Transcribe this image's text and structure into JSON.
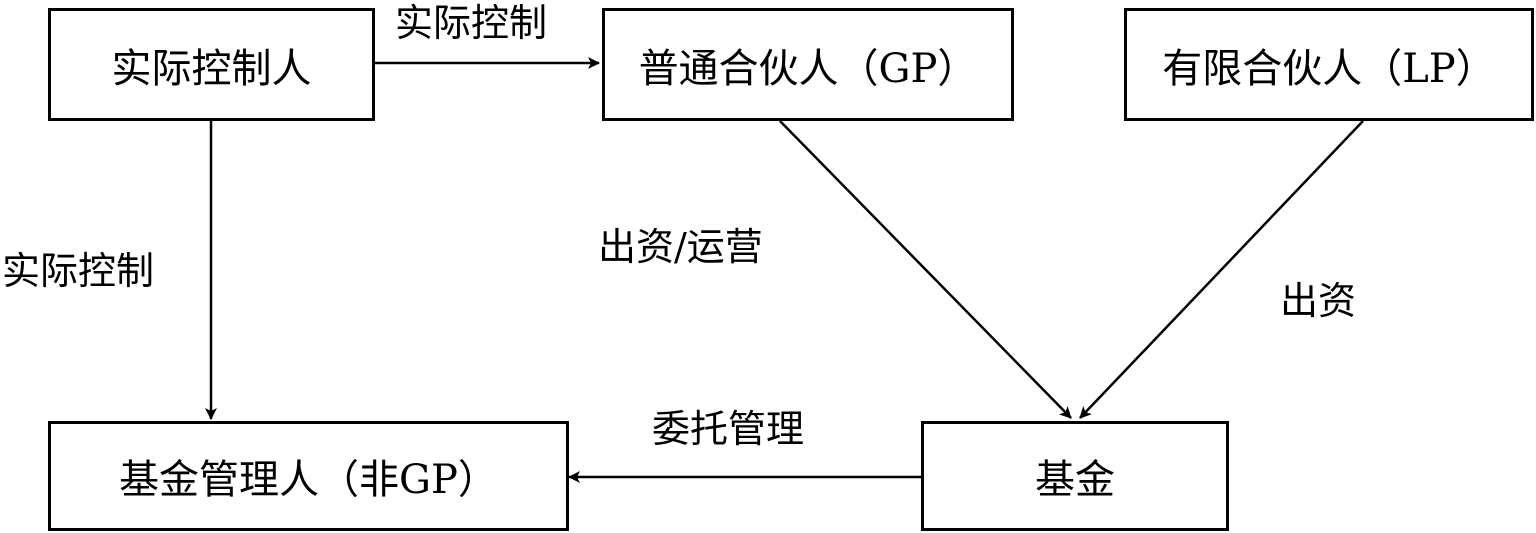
{
  "nodes": {
    "controller": "实际控制人",
    "gp": "普通合伙人（GP）",
    "lp": "有限合伙人（LP）",
    "manager": "基金管理人（非GP）",
    "fund": "基金"
  },
  "edges": {
    "controller_to_gp": "实际控制",
    "controller_to_manager": "实际控制",
    "gp_to_fund": "出资/运营",
    "lp_to_fund": "出资",
    "fund_to_manager": "委托管理"
  },
  "colors": {
    "stroke": "#000000",
    "background": "#ffffff"
  }
}
